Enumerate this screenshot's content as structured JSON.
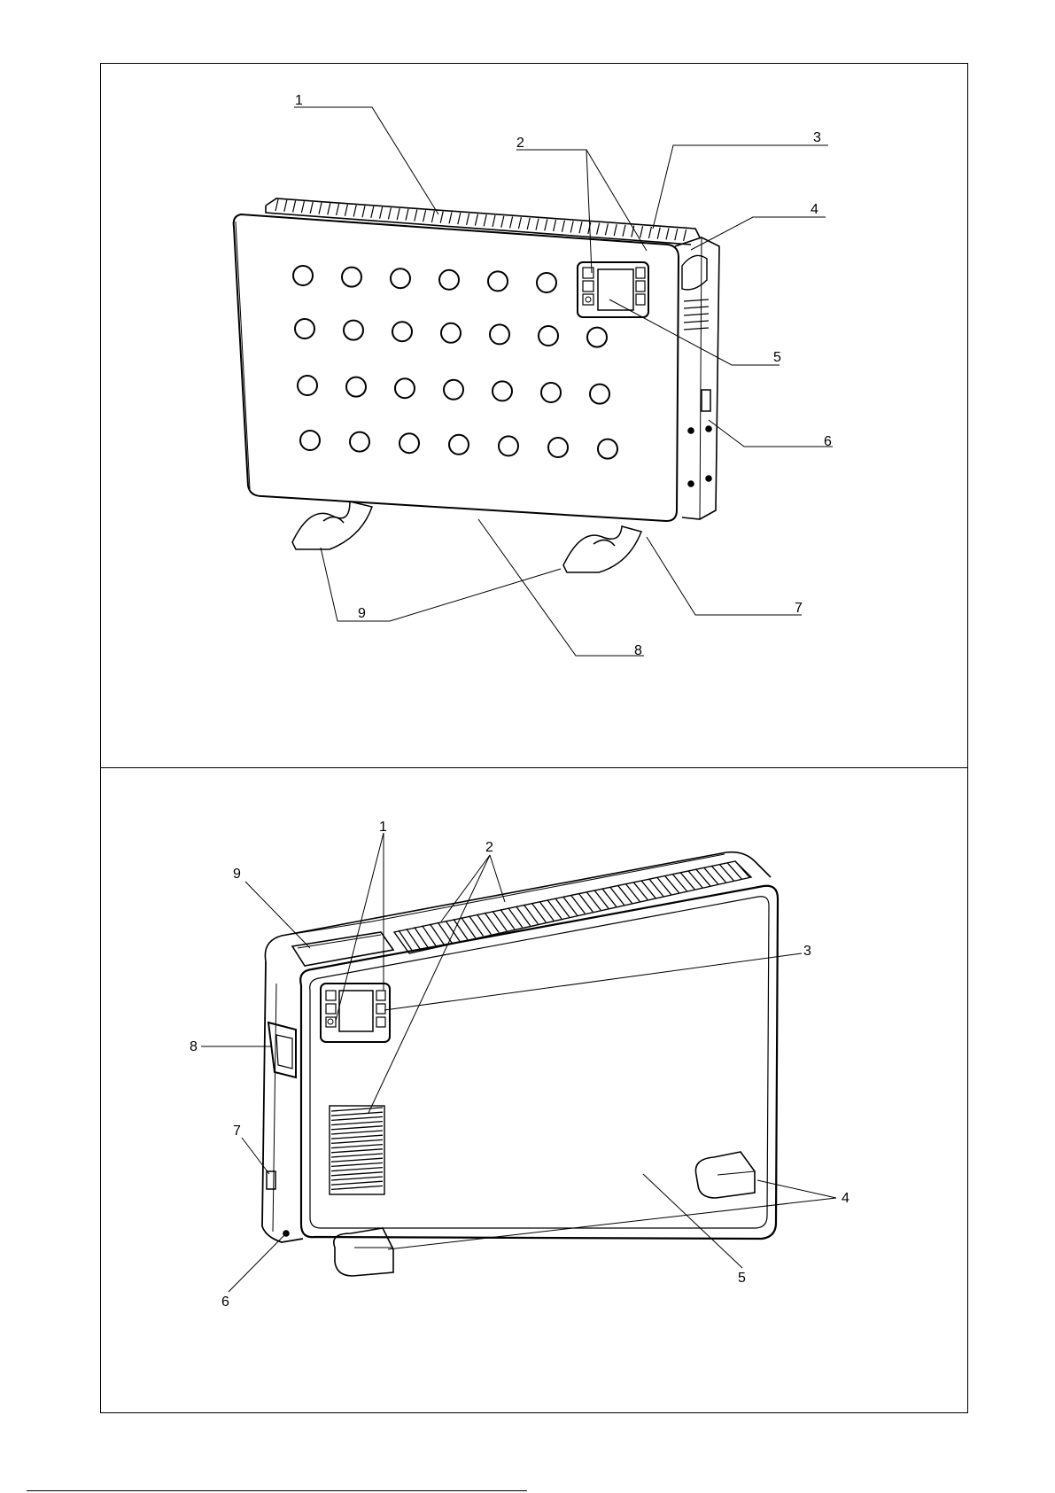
{
  "top_figure": {
    "callouts": [
      "1",
      "2",
      "3",
      "4",
      "5",
      "6",
      "7",
      "8",
      "9"
    ]
  },
  "bottom_figure": {
    "callouts": [
      "1",
      "2",
      "3",
      "4",
      "5",
      "6",
      "7",
      "8",
      "9"
    ]
  },
  "colors": {
    "ink": "#000000",
    "paper": "#ffffff",
    "shade": "#e6e6e6"
  }
}
